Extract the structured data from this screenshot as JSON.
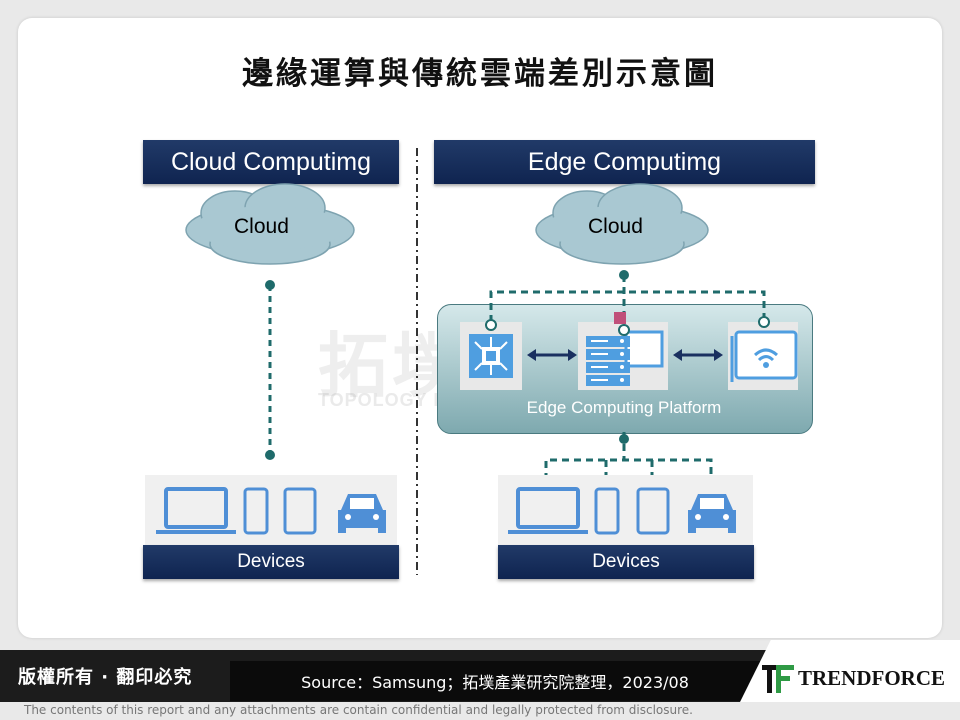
{
  "title": "邊緣運算與傳統雲端差別示意圖",
  "left": {
    "header": "Cloud Computimg",
    "cloud": "Cloud",
    "devices": "Devices"
  },
  "right": {
    "header": "Edge Computimg",
    "cloud": "Cloud",
    "platform": "Edge Computing Platform",
    "devices": "Devices"
  },
  "watermark": {
    "cn": "拓墣",
    "en": "TOPOLOGY RESEARCH INSTITUTE"
  },
  "footer": {
    "copyright": "版權所有 · 翻印必究",
    "source": "Source：Samsung；拓墣產業研究院整理，2023/08",
    "logo": "TRENDFORCE",
    "disclaimer": "The contents of this report and any attachments are contain confidential and legally protected from disclosure."
  },
  "colors": {
    "header_bg": "#1a3060",
    "line": "#1f6b6b",
    "device_blue": "#4f8fd6"
  }
}
